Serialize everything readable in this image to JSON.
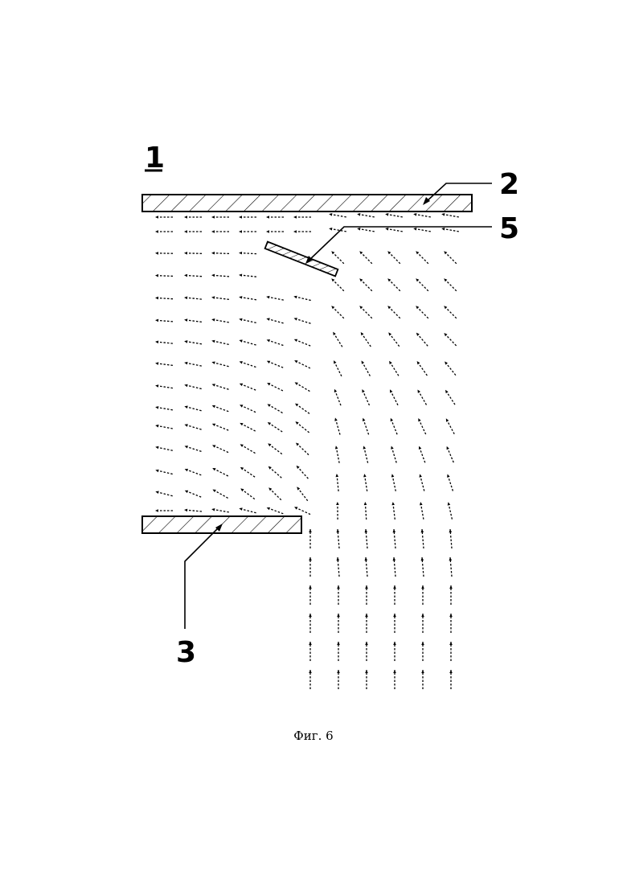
{
  "figure": {
    "ref_main": "1",
    "ref_upper_plate": "2",
    "ref_lower_plate": "3",
    "ref_deflector": "5",
    "caption": "Фиг. 6"
  },
  "colors": {
    "ink": "#000000",
    "background": "#ffffff"
  }
}
